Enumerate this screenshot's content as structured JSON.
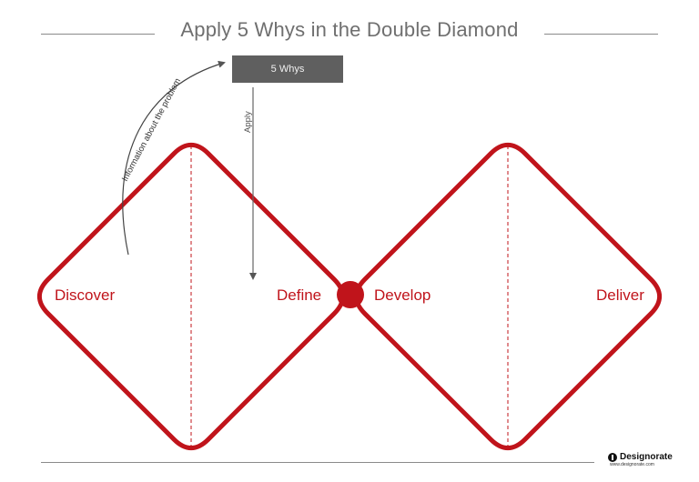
{
  "title": "Apply 5 Whys in the Double Diamond",
  "box": {
    "label": "5 Whys"
  },
  "arrows": {
    "info_label": "Information about the problem",
    "apply_label": "Apply"
  },
  "phases": {
    "discover": "Discover",
    "define": "Define",
    "develop": "Develop",
    "deliver": "Deliver"
  },
  "branding": {
    "name": "Designorate",
    "url": "www.designorate.com"
  },
  "colors": {
    "accent": "#c0141b",
    "box": "#5f5f5f",
    "line": "#8a8a8a"
  }
}
